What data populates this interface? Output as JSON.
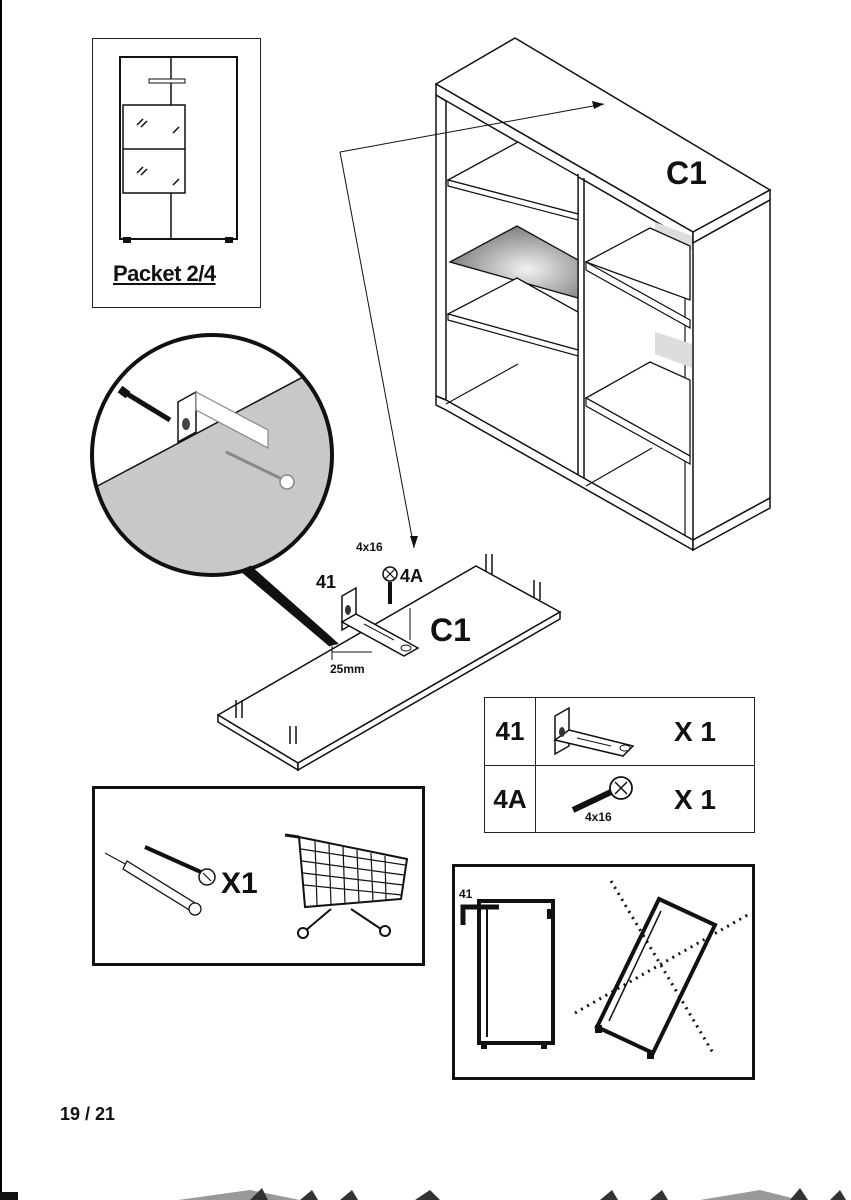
{
  "page": {
    "packet_label": "Packet 2/4",
    "page_number": "19 / 21"
  },
  "cabinet": {
    "part_label": "C1"
  },
  "panel": {
    "part_label": "C1",
    "bracket_number": "41",
    "screw_code": "4A",
    "screw_size": "4x16",
    "offset_dimension": "25mm"
  },
  "parts_list": [
    {
      "id": "41",
      "qty": "X 1",
      "icon": "l-bracket-icon"
    },
    {
      "id": "4A",
      "qty": "X 1",
      "icon": "screw-icon",
      "size": "4x16"
    }
  ],
  "fixing_note": {
    "qty": "X1",
    "icons": [
      "wall-plug-icon",
      "long-screw-icon",
      "shopping-cart-icon"
    ]
  },
  "tip_warning": {
    "bracket_number": "41",
    "icons": [
      "anchored-cabinet-icon",
      "tipping-cabinet-crossed-icon"
    ]
  }
}
